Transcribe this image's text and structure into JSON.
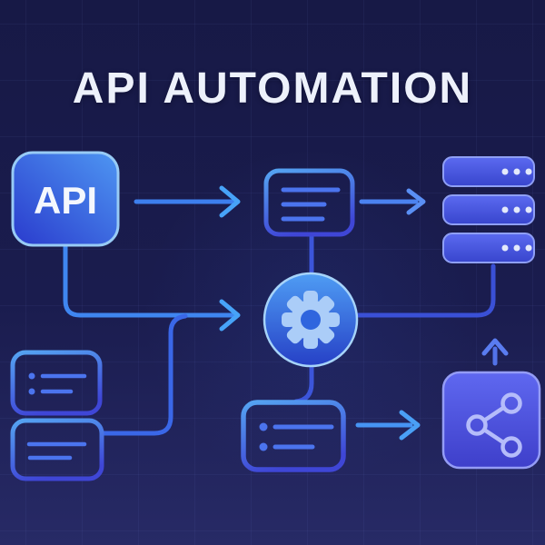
{
  "title": "API AUTOMATION",
  "nodes": {
    "api": {
      "label": "API"
    },
    "document_card": {
      "icon": "document-lines-icon",
      "lines": 3
    },
    "server_stack": {
      "icon": "server-stack-icon",
      "rows": 3,
      "dots_per_row": 3
    },
    "gear": {
      "icon": "gear-icon"
    },
    "list_card_bulleted": {
      "icon": "bulleted-list-icon",
      "bullets": 2
    },
    "list_card_lines": {
      "icon": "text-lines-icon",
      "lines": 2
    },
    "process_card": {
      "icon": "bulleted-list-icon",
      "bullets": 2
    },
    "share_box": {
      "icon": "share-icon"
    }
  },
  "flows": [
    "api -> document_card",
    "document_card -> server_stack",
    "api -> gear",
    "list_cards -> gear",
    "document_card -> gear",
    "gear -> server_stack",
    "gear -> process_card",
    "process_card -> share_box",
    "share_box -> up"
  ],
  "colors": {
    "background_top": "#171946",
    "background_bottom": "#272a66",
    "title_text": "#edf1fb",
    "arrow_bright": "#47a3f8",
    "arrow_mid": "#3b67e6",
    "api_fill_light": "#4e96f2",
    "api_fill_dark": "#2a3bcd",
    "outline_stroke_light": "#4f92ee",
    "outline_stroke_dark": "#3f46d6",
    "server_fill_light": "#5b6af0",
    "server_fill_dark": "#3845cd",
    "indigo_fill_light": "#5f68f0",
    "indigo_fill_dark": "#3e3fca",
    "gear_glyph": "#abcdf8",
    "share_glyph": "#b5bcfa",
    "dot_white": "#e3e9fb"
  }
}
